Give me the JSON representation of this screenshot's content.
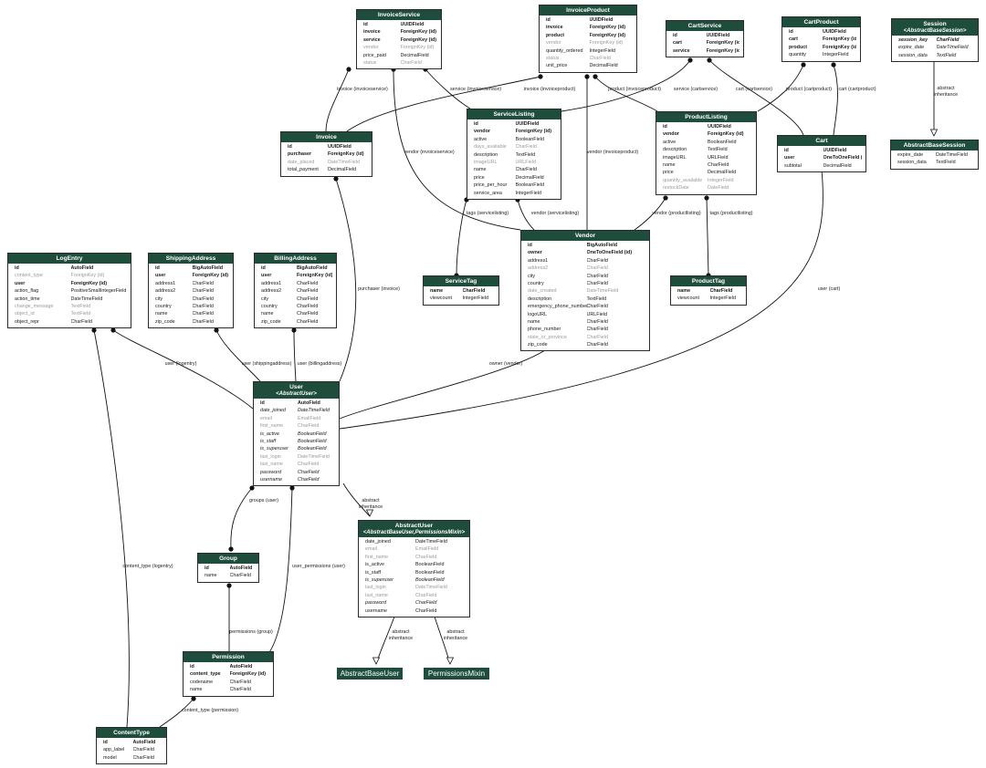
{
  "models": [
    {
      "key": "invoiceservice",
      "name": "InvoiceService",
      "fields": [
        {
          "n": "id",
          "t": "UUIDField",
          "s": "b"
        },
        {
          "n": "invoice",
          "t": "ForeignKey (id)",
          "s": "b"
        },
        {
          "n": "service",
          "t": "ForeignKey (id)",
          "s": "b"
        },
        {
          "n": "vendor",
          "t": "ForeignKey (id)",
          "s": "g"
        },
        {
          "n": "price_paid",
          "t": "DecimalField",
          "s": ""
        },
        {
          "n": "status",
          "t": "CharField",
          "s": "g"
        }
      ]
    },
    {
      "key": "invoiceproduct",
      "name": "InvoiceProduct",
      "fields": [
        {
          "n": "id",
          "t": "UUIDField",
          "s": "b"
        },
        {
          "n": "invoice",
          "t": "ForeignKey (id)",
          "s": "b"
        },
        {
          "n": "product",
          "t": "ForeignKey (id)",
          "s": "b"
        },
        {
          "n": "vendor",
          "t": "ForeignKey (id)",
          "s": "g"
        },
        {
          "n": "quantity_ordered",
          "t": "IntegerField",
          "s": ""
        },
        {
          "n": "status",
          "t": "CharField",
          "s": "g"
        },
        {
          "n": "unit_price",
          "t": "DecimalField",
          "s": ""
        }
      ]
    },
    {
      "key": "cartservice",
      "name": "CartService",
      "fields": [
        {
          "n": "id",
          "t": "UUIDField",
          "s": "b"
        },
        {
          "n": "cart",
          "t": "ForeignKey (id)",
          "s": "b"
        },
        {
          "n": "service",
          "t": "ForeignKey (id)",
          "s": "b"
        }
      ]
    },
    {
      "key": "cartproduct",
      "name": "CartProduct",
      "fields": [
        {
          "n": "id",
          "t": "UUIDField",
          "s": "b"
        },
        {
          "n": "cart",
          "t": "ForeignKey (id)",
          "s": "b"
        },
        {
          "n": "product",
          "t": "ForeignKey (id)",
          "s": "b"
        },
        {
          "n": "quantity",
          "t": "IntegerField",
          "s": ""
        }
      ]
    },
    {
      "key": "session",
      "name": "Session",
      "sub": "<AbstractBaseSession>",
      "fields": [
        {
          "n": "session_key",
          "t": "CharField",
          "s": "bi"
        },
        {
          "n": "expire_date",
          "t": "DateTimeField",
          "s": "i"
        },
        {
          "n": "session_data",
          "t": "TextField",
          "s": "i"
        }
      ]
    },
    {
      "key": "abstractbasesession",
      "name": "AbstractBaseSession",
      "fields": [
        {
          "n": "expire_date",
          "t": "DateTimeField",
          "s": ""
        },
        {
          "n": "session_data",
          "t": "TextField",
          "s": ""
        }
      ]
    },
    {
      "key": "invoice",
      "name": "Invoice",
      "fields": [
        {
          "n": "id",
          "t": "UUIDField",
          "s": "b"
        },
        {
          "n": "purchaser",
          "t": "ForeignKey (id)",
          "s": "b"
        },
        {
          "n": "date_placed",
          "t": "DateTimeField",
          "s": "g"
        },
        {
          "n": "total_payment",
          "t": "DecimalField",
          "s": ""
        }
      ]
    },
    {
      "key": "servicelisting",
      "name": "ServiceListing",
      "fields": [
        {
          "n": "id",
          "t": "UUIDField",
          "s": "b"
        },
        {
          "n": "vendor",
          "t": "ForeignKey (id)",
          "s": "b"
        },
        {
          "n": "active",
          "t": "BooleanField",
          "s": ""
        },
        {
          "n": "days_available",
          "t": "CharField",
          "s": "g"
        },
        {
          "n": "description",
          "t": "TextField",
          "s": ""
        },
        {
          "n": "imageURL",
          "t": "URLField",
          "s": "g"
        },
        {
          "n": "name",
          "t": "CharField",
          "s": ""
        },
        {
          "n": "price",
          "t": "DecimalField",
          "s": ""
        },
        {
          "n": "price_per_hour",
          "t": "BooleanField",
          "s": ""
        },
        {
          "n": "service_area",
          "t": "IntegerField",
          "s": ""
        }
      ]
    },
    {
      "key": "productlisting",
      "name": "ProductListing",
      "fields": [
        {
          "n": "id",
          "t": "UUIDField",
          "s": "b"
        },
        {
          "n": "vendor",
          "t": "ForeignKey (id)",
          "s": "b"
        },
        {
          "n": "active",
          "t": "BooleanField",
          "s": ""
        },
        {
          "n": "description",
          "t": "TextField",
          "s": ""
        },
        {
          "n": "imageURL",
          "t": "URLField",
          "s": ""
        },
        {
          "n": "name",
          "t": "CharField",
          "s": ""
        },
        {
          "n": "price",
          "t": "DecimalField",
          "s": ""
        },
        {
          "n": "quantity_available",
          "t": "IntegerField",
          "s": "g"
        },
        {
          "n": "restockDate",
          "t": "DateField",
          "s": "g"
        }
      ]
    },
    {
      "key": "cart",
      "name": "Cart",
      "fields": [
        {
          "n": "id",
          "t": "UUIDField",
          "s": "b"
        },
        {
          "n": "user",
          "t": "OneToOneField (id)",
          "s": "b"
        },
        {
          "n": "subtotal",
          "t": "DecimalField",
          "s": ""
        }
      ]
    },
    {
      "key": "vendor",
      "name": "Vendor",
      "fields": [
        {
          "n": "id",
          "t": "BigAutoField",
          "s": "b"
        },
        {
          "n": "owner",
          "t": "OneToOneField (id)",
          "s": "b"
        },
        {
          "n": "address1",
          "t": "CharField",
          "s": ""
        },
        {
          "n": "address2",
          "t": "CharField",
          "s": "g"
        },
        {
          "n": "city",
          "t": "CharField",
          "s": ""
        },
        {
          "n": "country",
          "t": "CharField",
          "s": ""
        },
        {
          "n": "date_created",
          "t": "DateTimeField",
          "s": "g"
        },
        {
          "n": "description",
          "t": "TextField",
          "s": ""
        },
        {
          "n": "emergency_phone_number",
          "t": "CharField",
          "s": ""
        },
        {
          "n": "logoURL",
          "t": "URLField",
          "s": ""
        },
        {
          "n": "name",
          "t": "CharField",
          "s": ""
        },
        {
          "n": "phone_number",
          "t": "CharField",
          "s": ""
        },
        {
          "n": "state_or_province",
          "t": "CharField",
          "s": "g"
        },
        {
          "n": "zip_code",
          "t": "CharField",
          "s": ""
        }
      ]
    },
    {
      "key": "servicetag",
      "name": "ServiceTag",
      "fields": [
        {
          "n": "name",
          "t": "CharField",
          "s": "b"
        },
        {
          "n": "viewcount",
          "t": "IntegerField",
          "s": ""
        }
      ]
    },
    {
      "key": "producttag",
      "name": "ProductTag",
      "fields": [
        {
          "n": "name",
          "t": "CharField",
          "s": "b"
        },
        {
          "n": "viewcount",
          "t": "IntegerField",
          "s": ""
        }
      ]
    },
    {
      "key": "logentry",
      "name": "LogEntry",
      "fields": [
        {
          "n": "id",
          "t": "AutoField",
          "s": "b"
        },
        {
          "n": "content_type",
          "t": "ForeignKey (id)",
          "s": "g"
        },
        {
          "n": "user",
          "t": "ForeignKey (id)",
          "s": "b"
        },
        {
          "n": "action_flag",
          "t": "PositiveSmallIntegerField",
          "s": ""
        },
        {
          "n": "action_time",
          "t": "DateTimeField",
          "s": ""
        },
        {
          "n": "change_message",
          "t": "TextField",
          "s": "g"
        },
        {
          "n": "object_id",
          "t": "TextField",
          "s": "g"
        },
        {
          "n": "object_repr",
          "t": "CharField",
          "s": ""
        }
      ]
    },
    {
      "key": "shippingaddress",
      "name": "ShippingAddress",
      "fields": [
        {
          "n": "id",
          "t": "BigAutoField",
          "s": "b"
        },
        {
          "n": "user",
          "t": "ForeignKey (id)",
          "s": "b"
        },
        {
          "n": "address1",
          "t": "CharField",
          "s": ""
        },
        {
          "n": "address2",
          "t": "CharField",
          "s": ""
        },
        {
          "n": "city",
          "t": "CharField",
          "s": ""
        },
        {
          "n": "country",
          "t": "CharField",
          "s": ""
        },
        {
          "n": "name",
          "t": "CharField",
          "s": ""
        },
        {
          "n": "zip_code",
          "t": "CharField",
          "s": ""
        }
      ]
    },
    {
      "key": "billingaddress",
      "name": "BillingAddress",
      "fields": [
        {
          "n": "id",
          "t": "BigAutoField",
          "s": "b"
        },
        {
          "n": "user",
          "t": "ForeignKey (id)",
          "s": "b"
        },
        {
          "n": "address1",
          "t": "CharField",
          "s": ""
        },
        {
          "n": "address2",
          "t": "CharField",
          "s": ""
        },
        {
          "n": "city",
          "t": "CharField",
          "s": ""
        },
        {
          "n": "country",
          "t": "CharField",
          "s": ""
        },
        {
          "n": "name",
          "t": "CharField",
          "s": ""
        },
        {
          "n": "zip_code",
          "t": "CharField",
          "s": ""
        }
      ]
    },
    {
      "key": "user",
      "name": "User",
      "sub": "<AbstractUser>",
      "fields": [
        {
          "n": "id",
          "t": "AutoField",
          "s": "b"
        },
        {
          "n": "date_joined",
          "t": "DateTimeField",
          "s": "i"
        },
        {
          "n": "email",
          "t": "EmailField",
          "s": "g"
        },
        {
          "n": "first_name",
          "t": "CharField",
          "s": "g"
        },
        {
          "n": "is_active",
          "t": "BooleanField",
          "s": "i"
        },
        {
          "n": "is_staff",
          "t": "BooleanField",
          "s": "i"
        },
        {
          "n": "is_superuser",
          "t": "BooleanField",
          "s": "i"
        },
        {
          "n": "last_login",
          "t": "DateTimeField",
          "s": "g"
        },
        {
          "n": "last_name",
          "t": "CharField",
          "s": "g"
        },
        {
          "n": "password",
          "t": "CharField",
          "s": "i"
        },
        {
          "n": "username",
          "t": "CharField",
          "s": "i"
        }
      ]
    },
    {
      "key": "abstractuser",
      "name": "AbstractUser",
      "sub": "<AbstractBaseUser,PermissionsMixin>",
      "fields": [
        {
          "n": "date_joined",
          "t": "DateTimeField",
          "s": ""
        },
        {
          "n": "email",
          "t": "EmailField",
          "s": "g"
        },
        {
          "n": "first_name",
          "t": "CharField",
          "s": "g"
        },
        {
          "n": "is_active",
          "t": "BooleanField",
          "s": ""
        },
        {
          "n": "is_staff",
          "t": "BooleanField",
          "s": ""
        },
        {
          "n": "is_superuser",
          "t": "BooleanField",
          "s": "i"
        },
        {
          "n": "last_login",
          "t": "DateTimeField",
          "s": "g"
        },
        {
          "n": "last_name",
          "t": "CharField",
          "s": "g"
        },
        {
          "n": "password",
          "t": "CharField",
          "s": "i"
        },
        {
          "n": "username",
          "t": "CharField",
          "s": ""
        }
      ]
    },
    {
      "key": "group",
      "name": "Group",
      "fields": [
        {
          "n": "id",
          "t": "AutoField",
          "s": "b"
        },
        {
          "n": "name",
          "t": "CharField",
          "s": ""
        }
      ]
    },
    {
      "key": "permission",
      "name": "Permission",
      "fields": [
        {
          "n": "id",
          "t": "AutoField",
          "s": "b"
        },
        {
          "n": "content_type",
          "t": "ForeignKey (id)",
          "s": "b"
        },
        {
          "n": "codename",
          "t": "CharField",
          "s": ""
        },
        {
          "n": "name",
          "t": "CharField",
          "s": ""
        }
      ]
    },
    {
      "key": "contenttype",
      "name": "ContentType",
      "fields": [
        {
          "n": "id",
          "t": "AutoField",
          "s": "b"
        },
        {
          "n": "app_label",
          "t": "CharField",
          "s": ""
        },
        {
          "n": "model",
          "t": "CharField",
          "s": ""
        }
      ]
    }
  ],
  "plain_nodes": [
    {
      "key": "abstractbaseuser",
      "name": "AbstractBaseUser"
    },
    {
      "key": "permissionsmixin",
      "name": "PermissionsMixin"
    }
  ],
  "edges": [
    {
      "key": "invoiceservice-invoice",
      "label": "invoice (invoiceservice)"
    },
    {
      "key": "invoiceservice-service",
      "label": "service (invoiceservice)"
    },
    {
      "key": "invoiceservice-vendor",
      "label": "vendor (invoiceservice)"
    },
    {
      "key": "invoiceproduct-invoice",
      "label": "invoice (invoiceproduct)"
    },
    {
      "key": "invoiceproduct-product",
      "label": "product (invoiceproduct)"
    },
    {
      "key": "invoiceproduct-vendor",
      "label": "vendor (invoiceproduct)"
    },
    {
      "key": "cartservice-service",
      "label": "service (cartservice)"
    },
    {
      "key": "cartservice-cart",
      "label": "cart (cartservice)"
    },
    {
      "key": "cartproduct-product",
      "label": "product (cartproduct)"
    },
    {
      "key": "cartproduct-cart",
      "label": "cart (cartproduct)"
    },
    {
      "key": "session-inherit",
      "label": "abstract\ninheritance"
    },
    {
      "key": "servicelisting-tags",
      "label": "tags (servicelisting)"
    },
    {
      "key": "servicelisting-vendor",
      "label": "vendor (servicelisting)"
    },
    {
      "key": "productlisting-vendor",
      "label": "vendor (productlisting)"
    },
    {
      "key": "productlisting-tags",
      "label": "tags (productlisting)"
    },
    {
      "key": "invoice-purchaser",
      "label": "purchaser (invoice)"
    },
    {
      "key": "cart-user",
      "label": "user (cart)"
    },
    {
      "key": "vendor-owner",
      "label": "owner (vendor)"
    },
    {
      "key": "logentry-user",
      "label": "user (logentry)"
    },
    {
      "key": "shipping-user",
      "label": "user (shippingaddress)"
    },
    {
      "key": "billing-user",
      "label": "user (billingaddress)"
    },
    {
      "key": "user-inherit",
      "label": "abstract\ninheritance"
    },
    {
      "key": "user-groups",
      "label": "groups (user)"
    },
    {
      "key": "user-permissions",
      "label": "user_permissions (user)"
    },
    {
      "key": "logentry-contenttype",
      "label": "content_type (logentry)"
    },
    {
      "key": "group-permissions",
      "label": "permissions (group)"
    },
    {
      "key": "permission-contenttype",
      "label": "content_type (permission)"
    },
    {
      "key": "abstractuser-base",
      "label": "abstract\ninheritance"
    },
    {
      "key": "abstractuser-mixin",
      "label": "abstract\ninheritance"
    }
  ],
  "colors": {
    "header": "#1e4d3c",
    "line": "#111111",
    "muted": "#9b9b9b"
  }
}
